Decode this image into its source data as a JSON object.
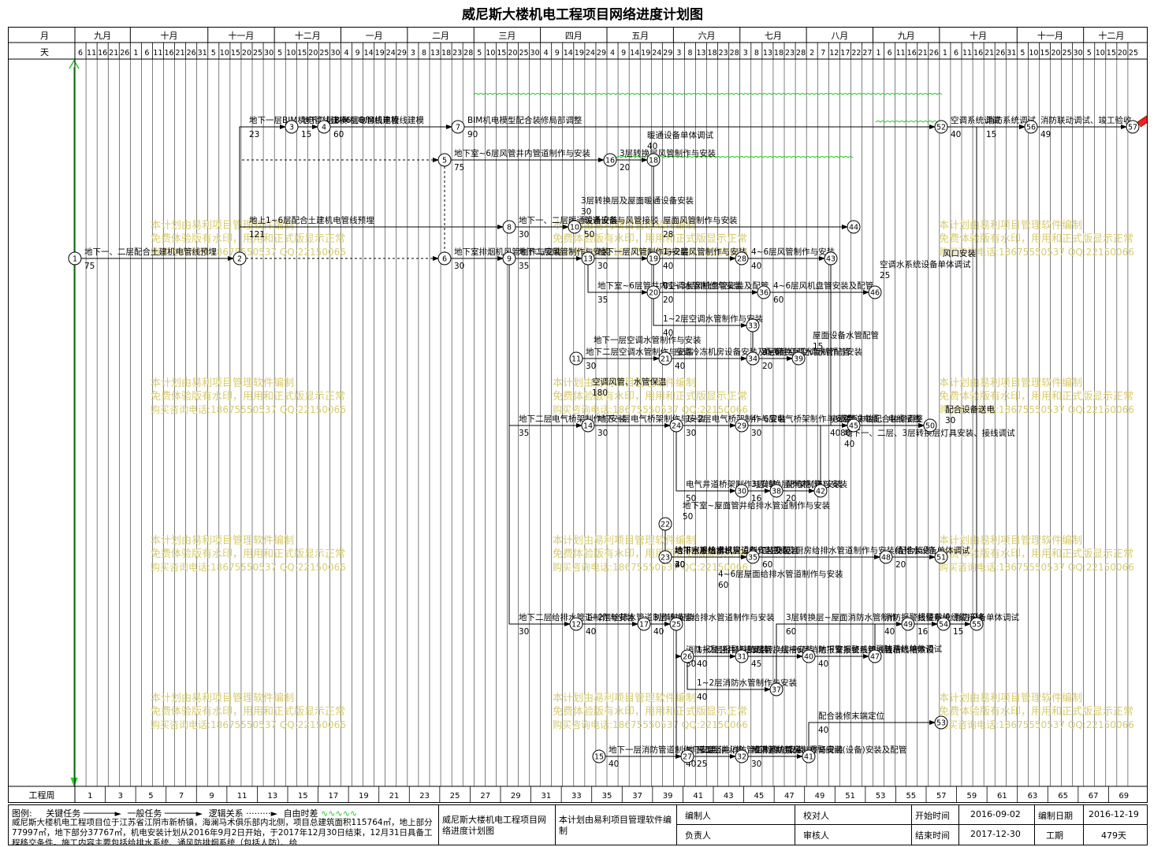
{
  "title": "威尼斯大楼机电工程项目网络进度计划图",
  "timeline": {
    "month_header": "月",
    "day_header": "天",
    "months": [
      "九月",
      "十月",
      "十一月",
      "十二月",
      "一月",
      "二月",
      "三月",
      "四月",
      "五月",
      "六月",
      "七月",
      "八月",
      "九月",
      "十月",
      "十一月",
      "十二月"
    ],
    "days": [
      "6",
      "11",
      "16",
      "21",
      "26",
      "1",
      "6",
      "11",
      "16",
      "21",
      "26",
      "31",
      "5",
      "10",
      "15",
      "20",
      "25",
      "30",
      "5",
      "10",
      "15",
      "20",
      "25",
      "30",
      "4",
      "9",
      "14",
      "19",
      "24",
      "29",
      "3",
      "8",
      "13",
      "18",
      "23",
      "28",
      "5",
      "10",
      "15",
      "20",
      "25",
      "30",
      "4",
      "9",
      "14",
      "19",
      "24",
      "29",
      "4",
      "9",
      "14",
      "19",
      "24",
      "29",
      "3",
      "8",
      "13",
      "18",
      "23",
      "28",
      "3",
      "8",
      "13",
      "18",
      "23",
      "28",
      "2",
      "7",
      "12",
      "17",
      "22",
      "27",
      "1",
      "6",
      "11",
      "16",
      "21",
      "26",
      "1",
      "6",
      "11",
      "16",
      "21",
      "26",
      "31",
      "5",
      "10",
      "15",
      "20",
      "25",
      "30",
      "5",
      "10",
      "15",
      "20",
      "25"
    ],
    "week_header": "工程周",
    "weeks": [
      "1",
      "3",
      "5",
      "7",
      "9",
      "11",
      "13",
      "15",
      "17",
      "19",
      "21",
      "23",
      "25",
      "27",
      "29",
      "31",
      "33",
      "35",
      "37",
      "39",
      "41",
      "43",
      "45",
      "47",
      "49",
      "51",
      "53",
      "55",
      "57",
      "59",
      "61",
      "63",
      "65",
      "67",
      "69"
    ]
  },
  "nodes": [
    "1",
    "2",
    "3",
    "4",
    "5",
    "6",
    "7",
    "8",
    "9",
    "10",
    "11",
    "12",
    "13",
    "14",
    "15",
    "16",
    "17",
    "18",
    "19",
    "20",
    "21",
    "22",
    "23",
    "24",
    "25",
    "26",
    "27",
    "28",
    "29",
    "30",
    "31",
    "32",
    "33",
    "34",
    "35",
    "36",
    "37",
    "38",
    "39",
    "40",
    "41",
    "42",
    "43",
    "44",
    "45",
    "46",
    "47",
    "48",
    "49",
    "50",
    "51",
    "52",
    "53",
    "54",
    "55",
    "56",
    "57"
  ],
  "tasks": [
    {
      "name": "地下一、二层配合土建机电管线预埋",
      "dur": "75"
    },
    {
      "name": "地下一层BIM机电管线建模",
      "dur": "23"
    },
    {
      "name": "地下二层BIM机电管线建模",
      "dur": "15"
    },
    {
      "name": "1~6层BIM机电管线建模",
      "dur": "60"
    },
    {
      "name": "BIM机电模型配合装修局部调整",
      "dur": "90"
    },
    {
      "name": "地下室~6层风管井内管道制作与安装",
      "dur": "75"
    },
    {
      "name": "3层转换层风管制作与安装",
      "dur": "20"
    },
    {
      "name": "屋面风管制作与安装",
      "dur": "28"
    },
    {
      "name": "暖通设备单体调试",
      "dur": "40"
    },
    {
      "name": "空调系统调试",
      "dur": "40"
    },
    {
      "name": "消防联动调试、竣工验收",
      "dur": "49"
    },
    {
      "name": "地上1~6层配合土建机电管线预埋",
      "dur": "121"
    },
    {
      "name": "地下一、二层暖通设备安装",
      "dur": "30"
    },
    {
      "name": "3层转换层及屋面暖通设备安装",
      "dur": "30"
    },
    {
      "name": "暖通设备与风管接驳",
      "dur": "50"
    },
    {
      "name": "地下室排烟机风管制作与安装",
      "dur": "30"
    },
    {
      "name": "地下二层风管制作与安装",
      "dur": "35"
    },
    {
      "name": "地下一层风管制作与安装",
      "dur": "30"
    },
    {
      "name": "1~2层风管制作与安装",
      "dur": "40"
    },
    {
      "name": "4~6层风管制作与安装",
      "dur": "40"
    },
    {
      "name": "风管末端配合装修调整",
      "dur": "80"
    },
    {
      "name": "风口安装",
      "dur": ""
    },
    {
      "name": "地下室~6层管井内空调水管制作与安装",
      "dur": "35"
    },
    {
      "name": "B1~3层风机盘管安装及配管",
      "dur": "20"
    },
    {
      "name": "4~6层风机盘管安装及配管",
      "dur": "60"
    },
    {
      "name": "空调水系统设备单体调试",
      "dur": "25"
    },
    {
      "name": "1~2层空调水管制作与安装",
      "dur": "40"
    },
    {
      "name": "4~6层空调水管制作与安装",
      "dur": ""
    },
    {
      "name": "3层转换层空调水管配管",
      "dur": "20"
    },
    {
      "name": "屋面设备水管配管",
      "dur": "15"
    },
    {
      "name": "地下二层空调水管制作与安装",
      "dur": "30"
    },
    {
      "name": "地下一层空调水管制作与安装",
      "dur": ""
    },
    {
      "name": "空调冷冻机房设备安装及配管",
      "dur": "40"
    },
    {
      "name": "空调风管、水管保温",
      "dur": "180"
    },
    {
      "name": "地下二层电气桥架制作与安装",
      "dur": "35"
    },
    {
      "name": "地下一层电气桥架制作与安装",
      "dur": "30"
    },
    {
      "name": "1~2层电气桥架制作与安装",
      "dur": "30"
    },
    {
      "name": "4~6层电气桥架制作与安装",
      "dur": "30"
    },
    {
      "name": "电缆、电线接线",
      "dur": ""
    },
    {
      "name": "配合设备送电",
      "dur": "30"
    },
    {
      "name": "地下一、二层、3层转换层灯具安装、接线调试",
      "dur": "40"
    },
    {
      "name": "3层转换层桥架制作与安装",
      "dur": "16"
    },
    {
      "name": "电气井道桥架制作与安装",
      "dur": "50"
    },
    {
      "name": "配电柜(箱)安装",
      "dur": "20"
    },
    {
      "name": "电缆敷设",
      "dur": "40"
    },
    {
      "name": "地下一层给排水管道制作与安装",
      "dur": "40"
    },
    {
      "name": "地下室~屋面管井给排水管道制作与安装",
      "dur": "50"
    },
    {
      "name": "地下室冷热水机房设备安装及配管",
      "dur": "30"
    },
    {
      "name": "卫生间及厨房给排水管道制作与安装(配合装修)",
      "dur": "60"
    },
    {
      "name": "给排水设备单体调试",
      "dur": "20"
    },
    {
      "name": "给排水系统调试",
      "dur": "20"
    },
    {
      "name": "4~6层屋面给排水管道制作与安装",
      "dur": "60"
    },
    {
      "name": "地下二层给排水管道制作与安装",
      "dur": "30"
    },
    {
      "name": "1~2层给排水管道制作与安装",
      "dur": "40"
    },
    {
      "name": "3层转换层给排水管道制作与安装",
      "dur": "40"
    },
    {
      "name": "消防报警竖井线槽安装",
      "dur": "30"
    },
    {
      "name": "1~2层报警系统线管、线槽安装",
      "dur": "40"
    },
    {
      "name": "3层转换层~6层消防报警系统线管、线槽",
      "dur": "45"
    },
    {
      "name": "报警系统线缆接线",
      "dur": "16"
    },
    {
      "name": "消防设备单体调试",
      "dur": "15"
    },
    {
      "name": "消防系统调试",
      "dur": "15"
    },
    {
      "name": "地下室报警系统线管、线槽敷设",
      "dur": "40"
    },
    {
      "name": "消防报警线缆敷设",
      "dur": "40"
    },
    {
      "name": "消防系统单体调试",
      "dur": ""
    },
    {
      "name": "1~2层消防水管制作与安装",
      "dur": "40"
    },
    {
      "name": "3层转换层~屋面消防水管制作",
      "dur": "60"
    },
    {
      "name": "地下二层消火栓、喷淋系统管道制作与安装",
      "dur": "40"
    },
    {
      "name": "地下一层消防管道制作与安装",
      "dur": "40"
    },
    {
      "name": "屋面竖井消防管道制作与安装",
      "dur": "25"
    },
    {
      "name": "地下消防泵房、报警阀间(设备)安装及配管",
      "dur": "30"
    },
    {
      "name": "配合装修末端定位",
      "dur": "40"
    }
  ],
  "watermark": {
    "line1": "本计划由易利项目管理软件编制",
    "line2": "免费体验版有水印，用用和正式版显示正常",
    "line3": "购买咨询电话:18675550537 QQ:22150066"
  },
  "footer": {
    "legend_label": "图例:",
    "legend_critical": "关键任务",
    "legend_general": "一般任务",
    "legend_logic": "逻辑关系",
    "legend_float": "自由时差",
    "description": "威尼斯大楼机电工程项目位于江苏省江阴市新桥镇，海澜马术俱乐部内北侧，项目总建筑面积115764㎡，地上部分77997㎡，地下部分37767㎡，机电安装计划从2016年9月2日开始，于2017年12月30日结束，12月31日具备工程移交条件。施工内容主要包括给排水系统、通风防排烟系统（包括人防）、给",
    "project_name": "威尼斯大楼机电工程项目网络进度计划图",
    "software_note": "本计划由易利项目管理软件编制",
    "compiler_label": "编制人",
    "responsible_label": "负责人",
    "checker_label": "校对人",
    "reviewer_label": "审核人",
    "start_label": "开始时间",
    "start_value": "2016-09-02",
    "end_label": "结束时间",
    "end_value": "2017-12-30",
    "compile_date_label": "编制日期",
    "compile_date_value": "2016-12-19",
    "duration_label": "工期",
    "duration_value": "479天"
  }
}
